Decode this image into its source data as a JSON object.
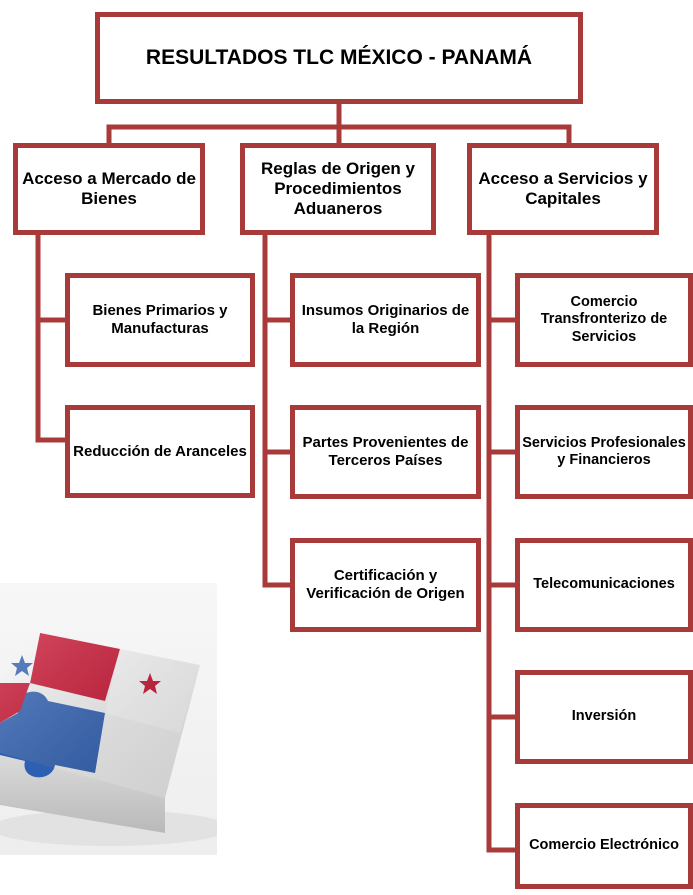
{
  "title": "RESULTADOS TLC MÉXICO - PANAMÁ",
  "categories": [
    {
      "label": "Acceso a Mercado de Bienes",
      "items": [
        "Bienes Primarios y Manufacturas",
        "Reducción de Aranceles"
      ]
    },
    {
      "label": "Reglas de Origen y Procedimientos Aduaneros",
      "items": [
        "Insumos Originarios de la Región",
        "Partes Provenientes de Terceros Países",
        "Certificación y Verificación de Origen"
      ]
    },
    {
      "label": "Acceso a Servicios y Capitales",
      "items": [
        "Comercio Transfronterizo de Servicios",
        "Servicios Profesionales y Financieros",
        "Telecomunicaciones",
        "Inversión",
        "Comercio Electrónico"
      ]
    }
  ],
  "colors": {
    "border": "#a83a3a",
    "flag_red": "#c8102e",
    "flag_blue": "#2d5fb3"
  },
  "image": {
    "icon": "panama-flag-puzzle-icon"
  }
}
